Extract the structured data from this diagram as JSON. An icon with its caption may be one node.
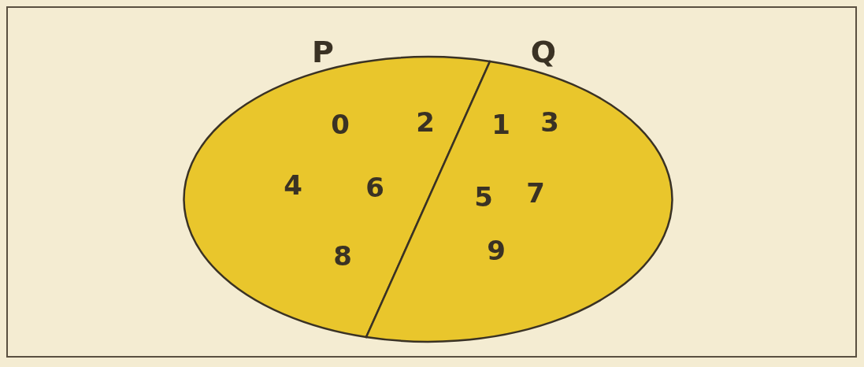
{
  "diagram": {
    "nodes": [
      {
        "text": [
          "P",
          "0",
          "2",
          "4",
          "6",
          "8"
        ]
      },
      {
        "text": [
          "Q",
          "1",
          "3",
          "5",
          "7",
          "9"
        ]
      }
    ]
  }
}
